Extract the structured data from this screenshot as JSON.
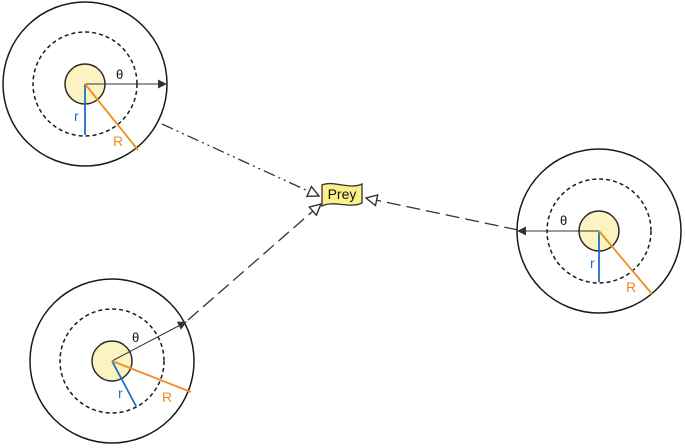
{
  "prey": {
    "label": "Prey"
  },
  "predators": [
    {
      "id": "top-left",
      "theta_label": "θ",
      "r_label": "r",
      "R_label": "R"
    },
    {
      "id": "right",
      "theta_label": "θ",
      "r_label": "r",
      "R_label": "R"
    },
    {
      "id": "bottom-left",
      "theta_label": "θ",
      "r_label": "r",
      "R_label": "R"
    }
  ],
  "colors": {
    "outline": "#1a1a1a",
    "core_fill": "#fbf3c0",
    "core_stroke": "#2b2b2b",
    "r_line": "#1f6fc4",
    "R_line": "#f08c1e",
    "prey_fill": "#fbf08a",
    "connector": "#333333"
  }
}
